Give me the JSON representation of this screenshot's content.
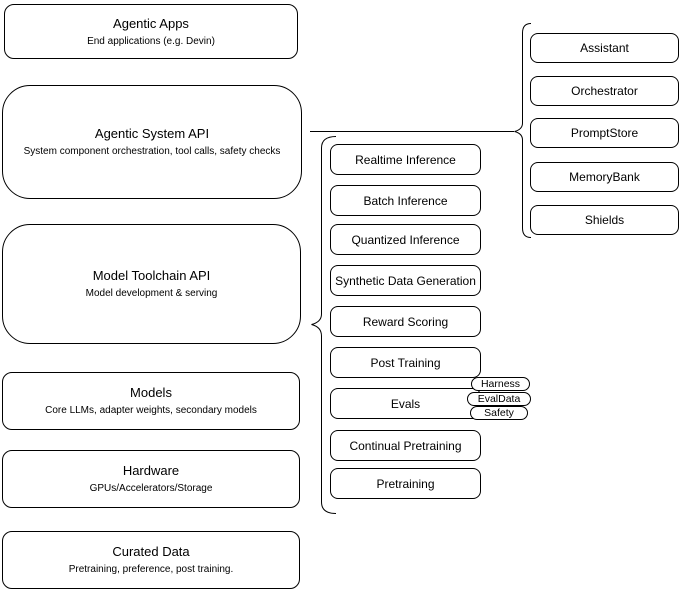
{
  "diagram": {
    "left_stack": [
      {
        "title": "Agentic Apps",
        "subtitle": "End applications (e.g. Devin)"
      },
      {
        "title": "Agentic System API",
        "subtitle": "System component orchestration, tool calls, safety checks"
      },
      {
        "title": "Model Toolchain API",
        "subtitle": "Model development & serving"
      },
      {
        "title": "Models",
        "subtitle": "Core LLMs, adapter weights, secondary models"
      },
      {
        "title": "Hardware",
        "subtitle": "GPUs/Accelerators/Storage"
      },
      {
        "title": "Curated Data",
        "subtitle": "Pretraining, preference, post training."
      }
    ],
    "toolchain_items": [
      "Realtime Inference",
      "Batch Inference",
      "Quantized Inference",
      "Synthetic Data Generation",
      "Reward Scoring",
      "Post Training",
      "Evals",
      "Continual Pretraining",
      "Pretraining"
    ],
    "system_components": [
      "Assistant",
      "Orchestrator",
      "PromptStore",
      "MemoryBank",
      "Shields"
    ],
    "eval_tags": [
      "Harness",
      "EvalData",
      "Safety"
    ],
    "colors": {
      "stroke": "#000000",
      "fill": "#ffffff",
      "background": "#ffffff"
    }
  }
}
